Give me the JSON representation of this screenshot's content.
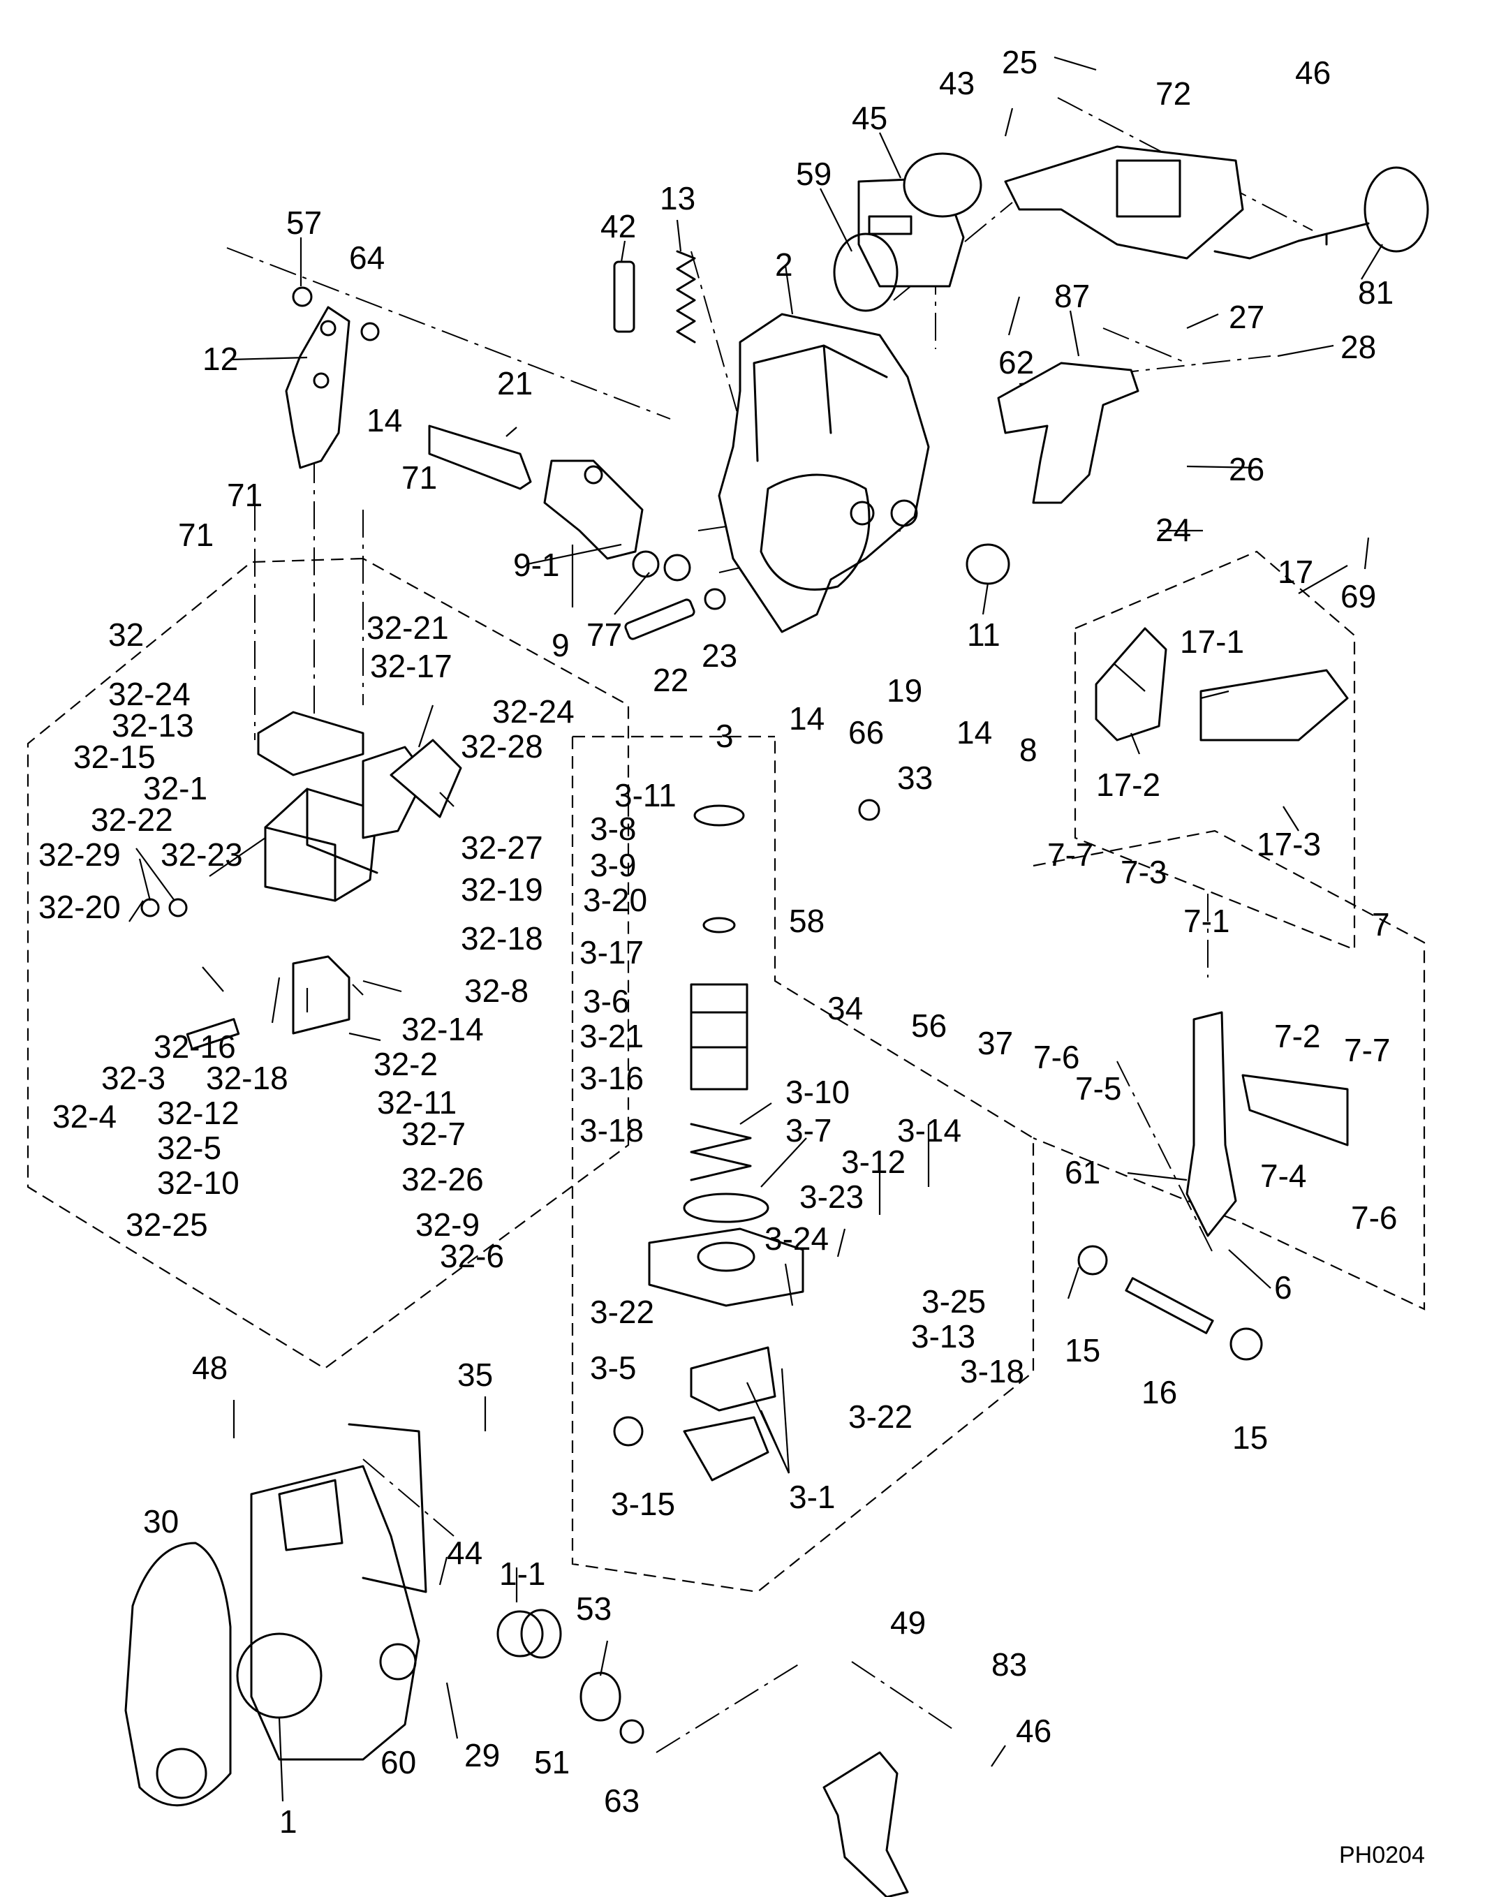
{
  "diagram": {
    "code": "PH0204",
    "labels": [
      "25",
      "43",
      "72",
      "46",
      "45",
      "59",
      "13",
      "42",
      "2",
      "81",
      "57",
      "64",
      "87",
      "27",
      "28",
      "12",
      "62",
      "21",
      "14",
      "71",
      "26",
      "24",
      "11",
      "9-1",
      "17",
      "69",
      "77",
      "32",
      "32-21",
      "9",
      "23",
      "22",
      "19",
      "17-1",
      "32-17",
      "32-24",
      "3",
      "14",
      "66",
      "14",
      "8",
      "32-13",
      "32-28",
      "32-15",
      "17-2",
      "33",
      "32-1",
      "32-27",
      "3-11",
      "17-3",
      "32-22",
      "3-8",
      "32-29",
      "32-23",
      "32-19",
      "3-9",
      "7-7",
      "7-3",
      "7",
      "32-20",
      "3-20",
      "58",
      "7-1",
      "32-18",
      "3-17",
      "32-8",
      "34",
      "37",
      "56",
      "3-6",
      "32-14",
      "3-21",
      "7-6",
      "7-5",
      "32-16",
      "7-2",
      "32-3",
      "32-2",
      "3-16",
      "32-18",
      "3-10",
      "32-4",
      "32-11",
      "32-12",
      "3-18",
      "3-14",
      "32-7",
      "3-7",
      "32-5",
      "3-12",
      "61",
      "32-10",
      "32-26",
      "3-23",
      "7-4",
      "32-9",
      "32-25",
      "3-24",
      "7-6",
      "32-6",
      "3-25",
      "3-22",
      "6",
      "3-13",
      "15",
      "3-18",
      "48",
      "35",
      "3-5",
      "16",
      "3-22",
      "3-15",
      "3-1",
      "15",
      "30",
      "44",
      "1-1",
      "53",
      "49",
      "83",
      "46",
      "60",
      "51",
      "29",
      "63",
      "1"
    ]
  }
}
